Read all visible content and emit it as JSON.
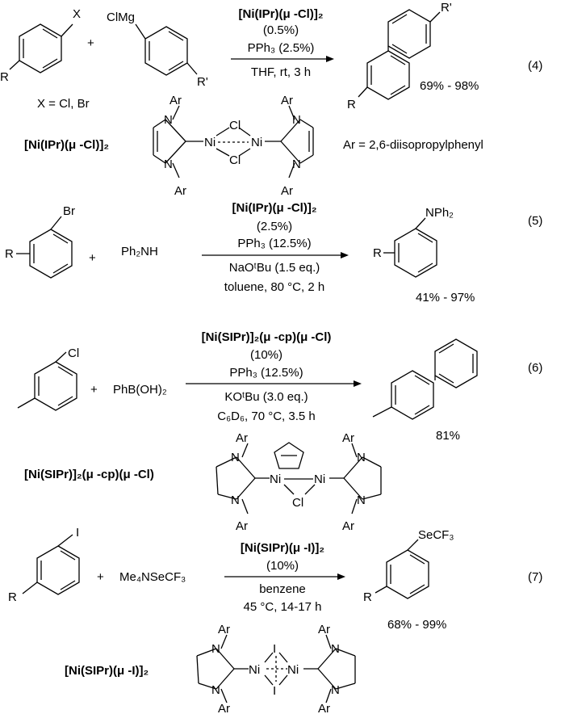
{
  "reactions": [
    {
      "number": "(4)",
      "substrate_label": "X",
      "substrate_r": "R",
      "substrate_note": "X = Cl, Br",
      "plus": "+",
      "reagent": "ClMg",
      "reagent_r": "R'",
      "conditions": [
        "[Ni(IPr)(μ -Cl)]₂",
        "(0.5%)",
        "PPh₃ (2.5%)",
        "THF, rt, 3 h"
      ],
      "product_r1": "R'",
      "product_r2": "R",
      "yield": "69% - 98%"
    },
    {
      "number": "(5)",
      "substrate_label": "Br",
      "substrate_r": "R",
      "plus": "+",
      "reagent": "Ph₂NH",
      "conditions": [
        "[Ni(IPr)(μ -Cl)]₂",
        "(2.5%)",
        "PPh₃ (12.5%)",
        "NaOᵗBu (1.5 eq.)",
        "toluene, 80 °C, 2 h"
      ],
      "product_label": "NPh₂",
      "product_r": "R",
      "yield": "41% - 97%"
    },
    {
      "number": "(6)",
      "substrate_label": "Cl",
      "plus": "+",
      "reagent": "PhB(OH)₂",
      "conditions": [
        "[Ni(SIPr)]₂(μ -cp)(μ -Cl)",
        "(10%)",
        "PPh₃ (12.5%)",
        "KOᵗBu (3.0 eq.)",
        "C₆D₆, 70 °C, 3.5 h"
      ],
      "yield": "81%"
    },
    {
      "number": "(7)",
      "substrate_label": "I",
      "substrate_r": "R",
      "plus": "+",
      "reagent": "Me₄NSeCF₃",
      "conditions": [
        "[Ni(SIPr)(μ -I)]₂",
        "(10%)",
        "benzene",
        "45 °C, 14-17 h"
      ],
      "product_label": "SeCF₃",
      "product_r": "R",
      "yield": "68% - 99%"
    }
  ],
  "catalysts": [
    {
      "name": "[Ni(IPr)(μ -Cl)]₂",
      "note": "Ar = 2,6-diisopropylphenyl",
      "metal": "Ni",
      "bridge": "Cl",
      "ar": "Ar",
      "n": "N"
    },
    {
      "name": "[Ni(SIPr)]₂(μ -cp)(μ -Cl)",
      "metal": "Ni",
      "bridge": "Cl",
      "ar": "Ar",
      "n": "N"
    },
    {
      "name": "[Ni(SIPr)(μ -I)]₂",
      "metal": "Ni",
      "bridge": "I",
      "ar": "Ar",
      "n": "N"
    }
  ]
}
